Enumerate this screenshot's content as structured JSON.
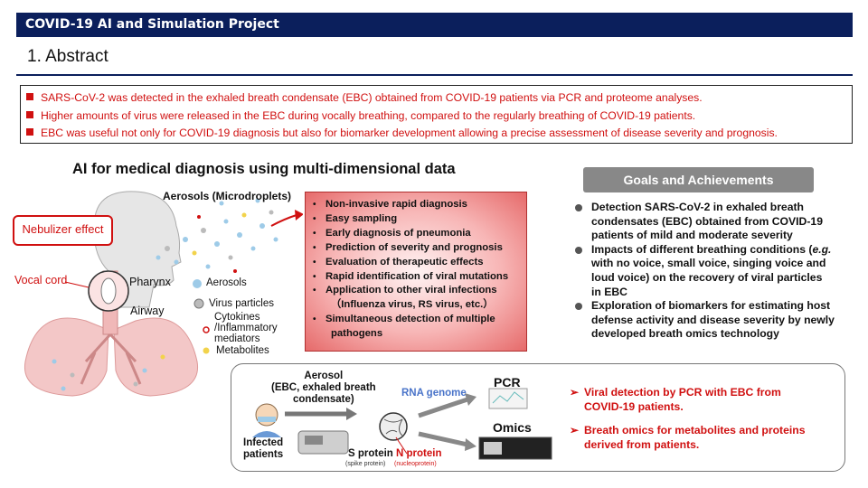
{
  "header": {
    "title": "COVID-19 AI and Simulation Project"
  },
  "section_title": "1. Abstract",
  "summary": [
    "SARS-CoV-2 was detected in the exhaled breath condensate (EBC) obtained from COVID-19 patients via PCR and proteome analyses.",
    "Higher amounts of virus were released in the EBC during vocally breathing, compared to the regularly breathing of COVID-19 patients.",
    "EBC was useful not only for COVID-19 diagnosis but also for biomarker development  allowing a precise assessment of disease severity and prognosis."
  ],
  "ai_heading": "AI for medical diagnosis using multi-dimensional data",
  "diagram": {
    "aerosols_title": "Aerosols (Microdroplets)",
    "nebulizer": "Nebulizer effect",
    "vocal_cord": "Vocal cord",
    "pharynx": "Pharynx",
    "airway": "Airway",
    "legend": {
      "aerosols": "Aerosols",
      "virus": "Virus particles",
      "cytokines_1": "Cytokines",
      "cytokines_2": "/Inflammatory",
      "cytokines_3": "mediators",
      "metabolites": "Metabolites"
    }
  },
  "features": [
    "Non-invasive rapid diagnosis",
    "Easy sampling",
    "Early diagnosis of pneumonia",
    "Prediction of severity and prognosis",
    "Evaluation of therapeutic effects",
    "Rapid identification of viral mutations",
    "Application  to other viral infections",
    "（Influenza virus, RS virus, etc.）",
    "Simultaneous detection of multiple",
    "pathogens"
  ],
  "goals": {
    "title": "Goals and Achievements",
    "item1": [
      "Detection SARS-CoV-2  in exhaled breath",
      "condensates (EBC)  obtained from COVID-19",
      "patients of mild and moderate severity"
    ],
    "item2_a": "Impacts of different breathing conditions (",
    "item2_eg": "e.g.",
    "item2_rest": [
      "with no voice, small voice, singing voice and",
      "loud voice)  on the recovery of viral particles",
      "in EBC"
    ],
    "item3": [
      "Exploration of biomarkers for estimating host",
      "defense activity and disease severity by newly",
      "developed breath omics technology"
    ]
  },
  "workflow": {
    "aerosol_1": "Aerosol",
    "aerosol_2": "(EBC,  exhaled  breath",
    "aerosol_3": "condensate)",
    "infected_1": "Infected",
    "infected_2": "patients",
    "rna": "RNA genome",
    "pcr": "PCR",
    "omics": "Omics",
    "s_protein": "S protein",
    "n_protein": "N protein",
    "s_sub": "(spike protein)",
    "n_sub": "(nucleoprotein)",
    "result1_1": "Viral detection by PCR with EBC  from",
    "result1_2": "COVID-19  patients.",
    "result2_1": "Breath omics for metabolites and proteins",
    "result2_2": "derived from patients."
  },
  "colors": {
    "header": "#0b1f5c",
    "accent_red": "#d01010",
    "goals_pill": "#888888"
  }
}
